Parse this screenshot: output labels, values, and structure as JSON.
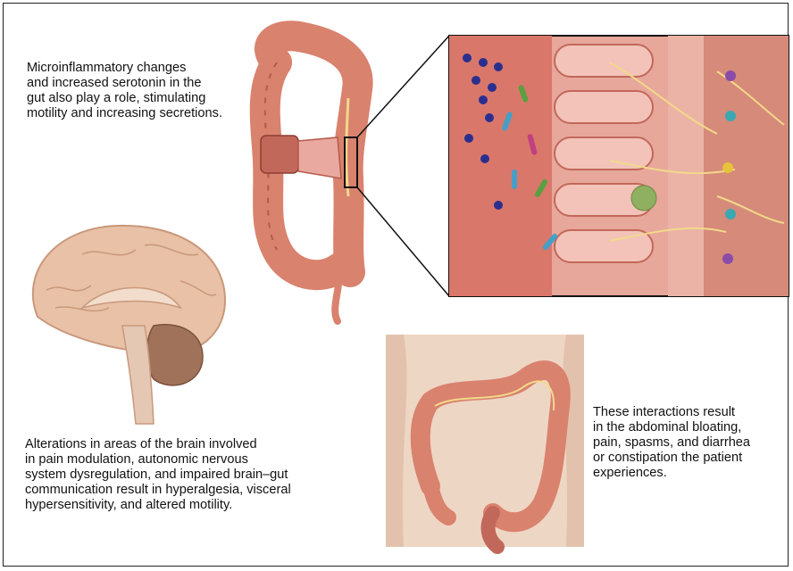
{
  "captions": {
    "gut": "Microinflammatory changes\nand increased serotonin in the\ngut also play a role, stimulating\nmotility and increasing secretions.",
    "brain": "Alterations in areas of the brain involved\nin pain modulation, autonomic nervous\nsystem dysregulation, and impaired brain–gut\ncommunication result in hyperalgesia, visceral\nhypersensitivity, and altered motility.",
    "patient": "These interactions result\nin the abdominal bloating,\npain, spasms, and diarrhea\nor constipation the patient\nexperiences."
  },
  "colors": {
    "colon": "#d9826e",
    "colon_dark": "#b55a4a",
    "mucosa": "#e9a9a0",
    "brain": "#e8c1a6",
    "skin": "#eed6c4",
    "nerve": "#f2d98a",
    "outline": "#111111"
  },
  "icons": [
    "colon-illustration",
    "microscopic-gut-wall",
    "brain-illustration",
    "torso-illustration"
  ]
}
